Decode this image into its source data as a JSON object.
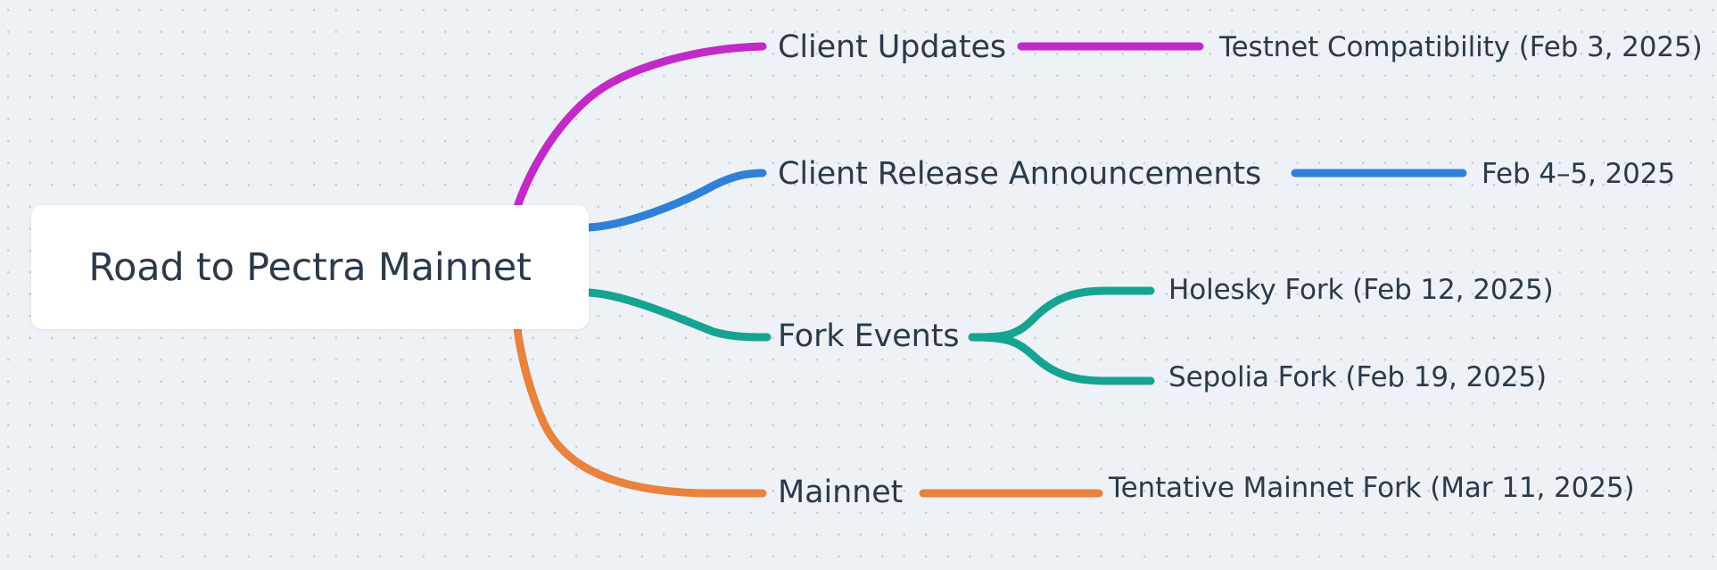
{
  "diagram": {
    "title": "Road to Pectra Mainnet",
    "type": "mindmap",
    "background_color": "#eef1f5",
    "text_color": "#2b3a4a",
    "root": {
      "label": "Road to Pectra Mainnet"
    },
    "branches": [
      {
        "id": "client-updates",
        "label": "Client Updates",
        "color": "#c12ac7",
        "children": [
          {
            "id": "testnet-compat",
            "label": "Testnet Compatibility (Feb 3, 2025)"
          }
        ]
      },
      {
        "id": "client-release-announcements",
        "label": "Client Release Announcements",
        "color": "#2f80d6",
        "children": [
          {
            "id": "feb-4-5",
            "label": "Feb 4–5, 2025"
          }
        ]
      },
      {
        "id": "fork-events",
        "label": "Fork Events",
        "color": "#16a391",
        "children": [
          {
            "id": "holesky-fork",
            "label": "Holesky Fork (Feb 12, 2025)"
          },
          {
            "id": "sepolia-fork",
            "label": "Sepolia Fork (Feb 19, 2025)"
          }
        ]
      },
      {
        "id": "mainnet",
        "label": "Mainnet",
        "color": "#e8823c",
        "children": [
          {
            "id": "tentative-mainnet-fork",
            "label": "Tentative Mainnet Fork (Mar 11, 2025)"
          }
        ]
      }
    ]
  }
}
